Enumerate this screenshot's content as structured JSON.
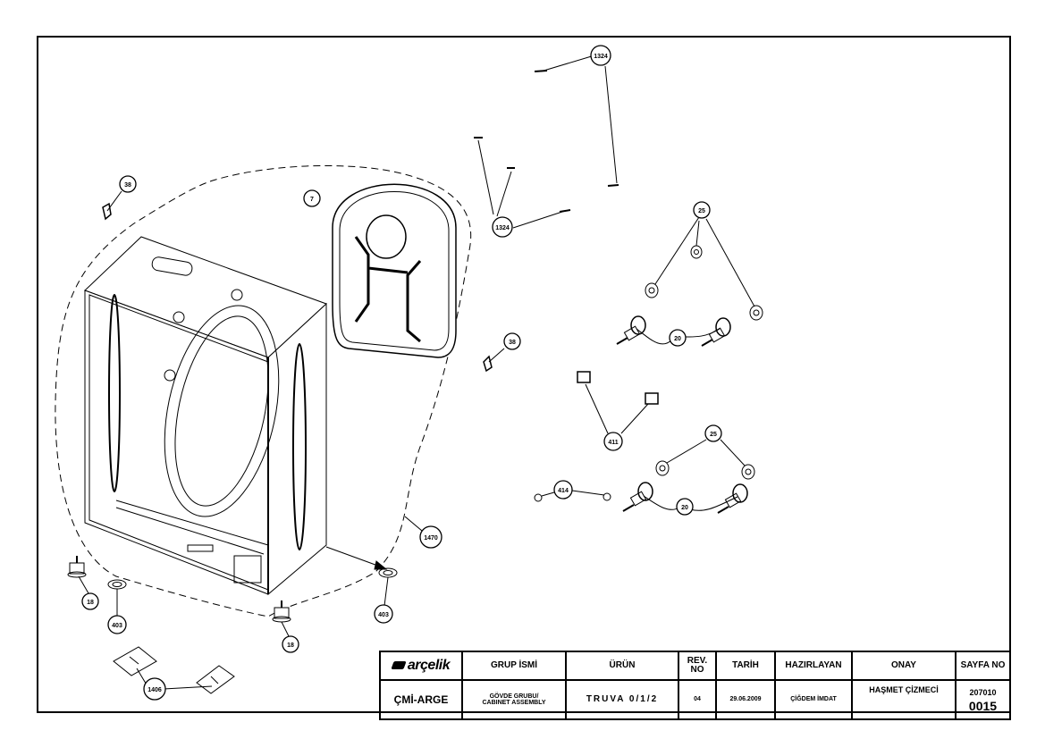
{
  "callouts": [
    {
      "id": "c1324a",
      "label": "1324"
    },
    {
      "id": "c1324b",
      "label": "1324"
    },
    {
      "id": "c38a",
      "label": "38"
    },
    {
      "id": "c38b",
      "label": "38"
    },
    {
      "id": "c7",
      "label": "7"
    },
    {
      "id": "c25a",
      "label": "25"
    },
    {
      "id": "c25b",
      "label": "25"
    },
    {
      "id": "c20a",
      "label": "20"
    },
    {
      "id": "c20b",
      "label": "20"
    },
    {
      "id": "c411",
      "label": "411"
    },
    {
      "id": "c414",
      "label": "414"
    },
    {
      "id": "c1470",
      "label": "1470"
    },
    {
      "id": "c18a",
      "label": "18"
    },
    {
      "id": "c18b",
      "label": "18"
    },
    {
      "id": "c403a",
      "label": "403"
    },
    {
      "id": "c403b",
      "label": "403"
    },
    {
      "id": "c1406",
      "label": "1406"
    }
  ],
  "title_block": {
    "logo": "arçelik",
    "department": "ÇMİ-ARGE",
    "headers": {
      "group_name": "GRUP İSMİ",
      "product": "ÜRÜN",
      "rev_line1": "REV.",
      "rev_line2": "NO",
      "date": "TARİH",
      "prepared_by": "HAZIRLAYAN",
      "approval": "ONAY",
      "page_no": "SAYFA NO"
    },
    "values": {
      "group_name_line1": "GÖVDE GRUBU/",
      "group_name_line2": "CABINET ASSEMBLY",
      "product": "TRUVA 0/1/2",
      "rev": "04",
      "date": "29.06.2009",
      "prepared_by": "ÇİĞDEM İMDAT",
      "approval": "HAŞMET ÇİZMECİ",
      "page_prefix": "207010",
      "page_suffix": "0015"
    }
  }
}
